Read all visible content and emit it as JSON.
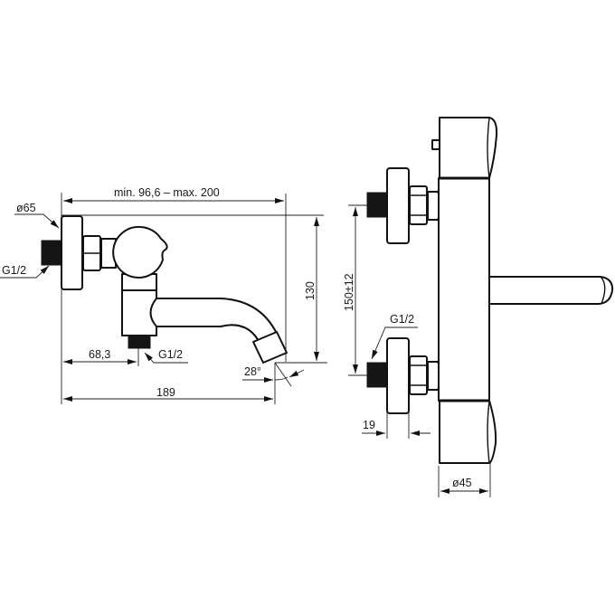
{
  "drawing": {
    "type": "technical dimension drawing",
    "subject": "wall-mounted thermostatic bath mixer with spout",
    "line_color": "#111111",
    "background": "#ffffff"
  },
  "side_view": {
    "dimensions": {
      "connection_depth": "min. 96,6 – max. 200",
      "rosette_diameter": "ø65",
      "wall_thread": "G1/2",
      "outlet_offset": "68,3",
      "outlet_thread": "G1/2",
      "spout_angle": "28°",
      "total_projection": "189",
      "height": "130"
    }
  },
  "front_view": {
    "dimensions": {
      "inlet_spacing": "150±12",
      "inlet_thread": "G1/2",
      "rosette_depth": "19",
      "body_diameter": "ø45"
    }
  }
}
